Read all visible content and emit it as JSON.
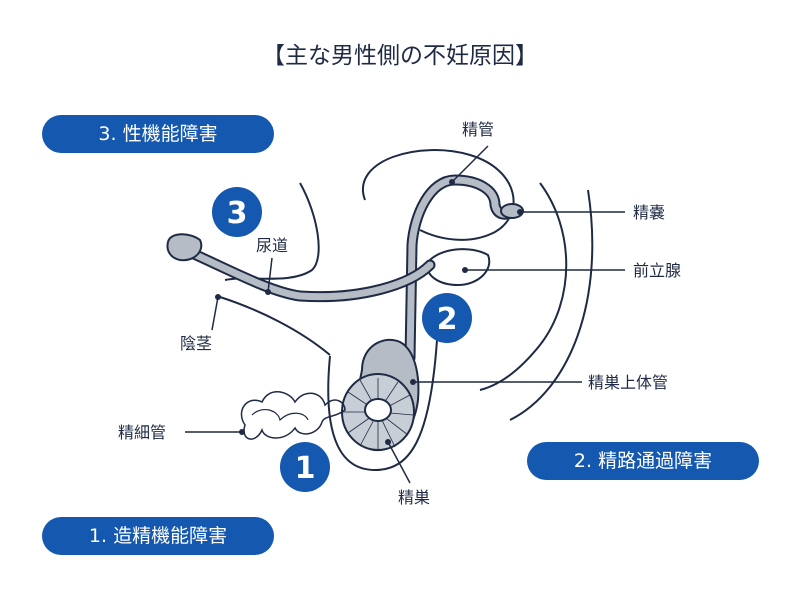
{
  "title": "【主な男性側の不妊原因】",
  "badges": [
    {
      "label": "3. 性機能障害"
    },
    {
      "label": "2. 精路通過障害"
    },
    {
      "label": "1. 造精機能障害"
    }
  ],
  "numbers": [
    "1",
    "2",
    "3"
  ],
  "anatomy_labels": {
    "seikan": "精管",
    "seinou": "精嚢",
    "zenritsusen": "前立腺",
    "nyoudou": "尿道",
    "inkei": "陰茎",
    "seisou_joutaikan": "精巣上体管",
    "saisaikan": "精細管",
    "seisou": "精巣"
  },
  "colors": {
    "accent": "#1558b0",
    "line": "#1f2a44",
    "duct_fill": "#b5bcc6",
    "testis_fill": "#c8ced6"
  }
}
